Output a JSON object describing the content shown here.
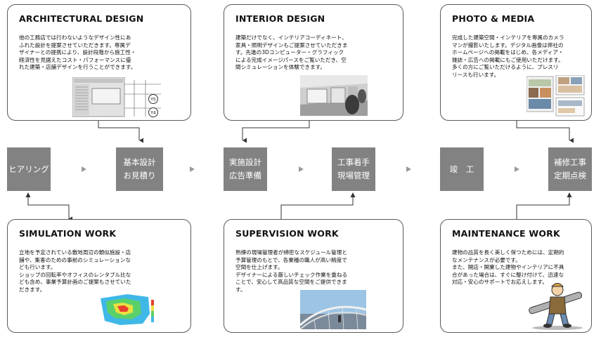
{
  "cards": {
    "architectural": {
      "title": "ARCHITECTURAL DESIGN",
      "body": "他の工務店では行わないようなデザイン性にあ\nふれた設計を提案させていただきます。専属デ\nザイナーとの提携により、設計段階から施工性・\n経済性を見据えたコスト・パフォーマンスに優\nれた建築・店舗デザインを行うことができます。",
      "plan_labels": [
        "Y5",
        "Y4"
      ]
    },
    "interior": {
      "title": "INTERIOR DESIGN",
      "body": "建築だけでなく、インテリアコーディネート、\n家具・照明デザインもご提案させていただきま\nす。先進の3Dコンピューター・グラフィック\nによる完成イメージパースをご覧いただき、空\n間シミュレーションを体験できます。"
    },
    "photo": {
      "title": "PHOTO & MEDIA",
      "body": "完成した建築空間・インテリアを専属のカメラ\nマンが撮影いたします。デジタル画像は弊社の\nホームページへの掲載をはじめ、各メディア・\n雑誌・広告への掲載にもご使用いただけます。\n多くの方にご覧いただけるように、プレスリ\nリースも行います。"
    },
    "simulation": {
      "title": "SIMULATION WORK",
      "body": "立地を予定されている敷地周辺の類似施設・店\n舗や、集客のための事前のシミュレーションな\nども行います。\nショップの回転率やオフィスのレンタブル比な\nども含め、事業予算計画のご提案もさせていた\nだきます。"
    },
    "supervision": {
      "title": "SUPERVISION WORK",
      "body": "熟練の現場管理者が綿密なスケジュール管理と\n予算管理のもとで、各業種の職人が高い精度で\n空間を仕上げます。\nデザイナーによる厳しいチェック作業を重ねる\nことで、安心して高品質な空間をご提供できま\nす。"
    },
    "maintenance": {
      "title": "MAINTENANCE WORK",
      "body": "建物の品質を長く美しく保つためには、定期的\nなメンテナンスが必要です。\nまた、開店・開業した建物やインテリアに不具\n合があった場合は、すぐに駆け付けて、迅速な\n対応・安心のサポートでお応えします。"
    }
  },
  "steps": {
    "hearing": "ヒアリング",
    "basic_design": "基本設計\nお見積り",
    "execution_design": "実施設計\n広告準備",
    "construction": "工事着手\n現場管理",
    "completion": "竣　工",
    "repair": "補修工事\n定期点検"
  },
  "colors": {
    "step_fill": "#828282",
    "card_border": "#5a5a5a",
    "arrow": "#9a9a9a",
    "line": "#333333"
  }
}
